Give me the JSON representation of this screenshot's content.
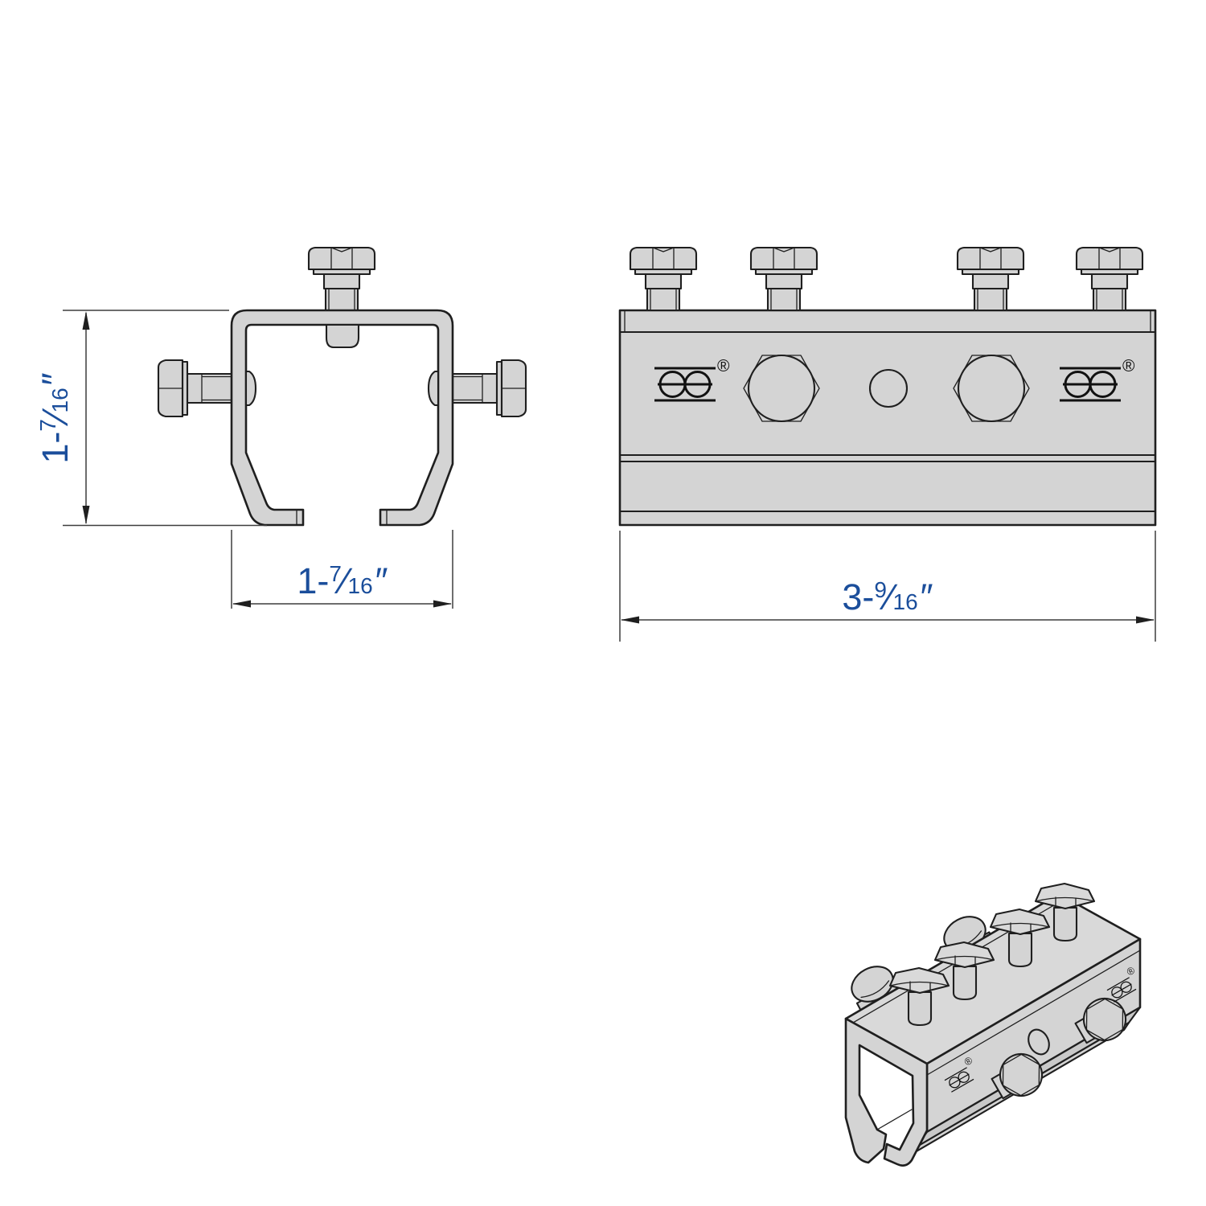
{
  "colors": {
    "background": "#ffffff",
    "body_fill": "#d4d4d4",
    "slope_fill": "#c9c9c9",
    "outline": "#1f1f1f",
    "dimension_line": "#3d3d3d",
    "dimension_text": "#1b4e9b",
    "logo_ink": "#111111"
  },
  "front_view": {
    "height_dim": {
      "prefix": "1-",
      "numerator": "7",
      "slash": "⁄",
      "denominator": "16",
      "unit": "″"
    },
    "width_dim": {
      "prefix": "1-",
      "numerator": "7",
      "slash": "⁄",
      "denominator": "16",
      "unit": "″"
    }
  },
  "side_view": {
    "length_dim": {
      "prefix": "3-",
      "numerator": "9",
      "slash": "⁄",
      "denominator": "16",
      "unit": "″"
    },
    "logo_registered_mark": "®"
  },
  "isometric_view": {
    "logo_registered_mark": "®"
  }
}
